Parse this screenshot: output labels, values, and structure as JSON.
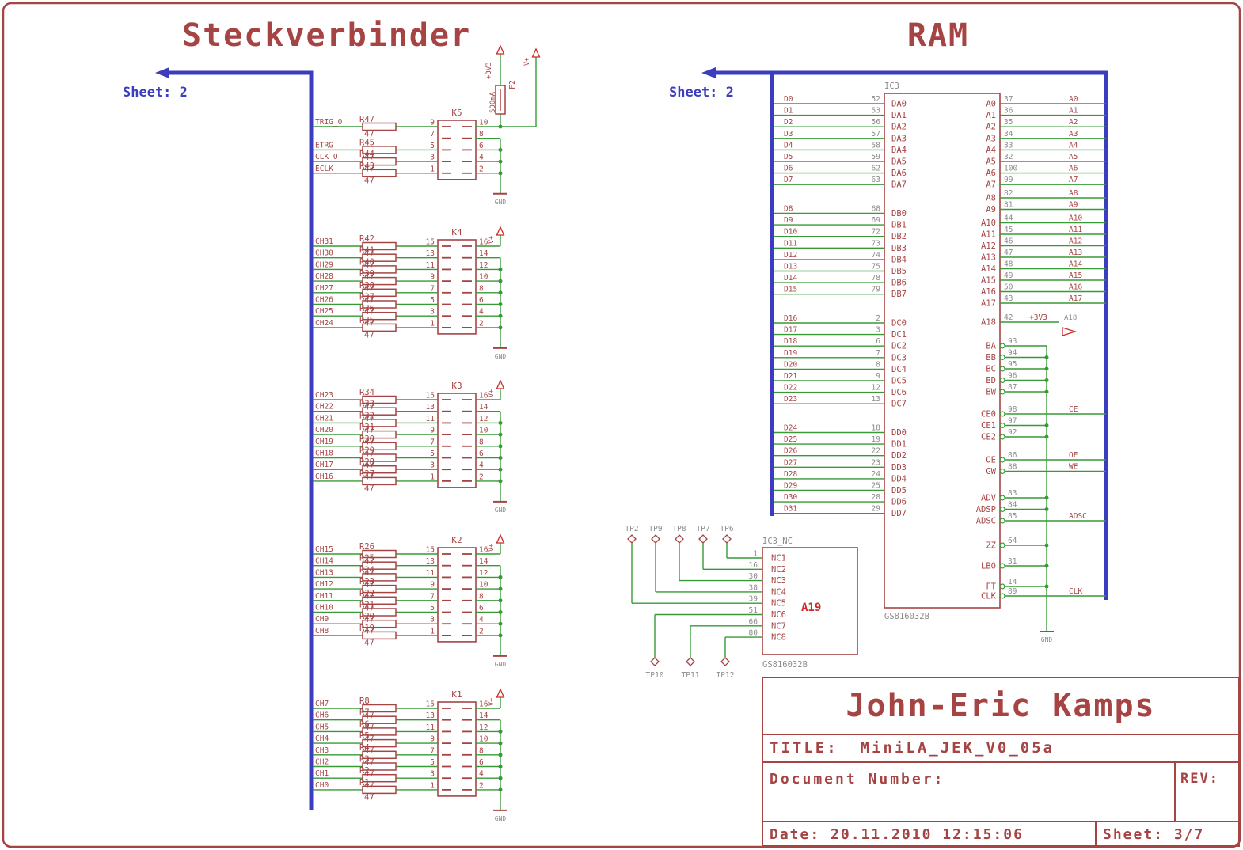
{
  "page": {
    "left_title": "Steckverbinder",
    "right_title": "RAM",
    "sheet_ref": "Sheet: 2"
  },
  "colors": {
    "maroon": "#a64444",
    "green": "#379a37",
    "blue": "#3c3cbe",
    "gray": "#8c8c8c",
    "red": "#cc2a2a"
  },
  "labels": {
    "gnd": "GND",
    "vplus": "V+"
  },
  "fuse": {
    "ref": "F2",
    "value": "500mA",
    "supply": "+3V3"
  },
  "connector_groups": [
    {
      "ref_label": "K5",
      "top": "fuse",
      "rows": [
        {
          "signal": "TRIG_0",
          "res": "R47",
          "val": "47",
          "lpin": "9",
          "rpin": "10"
        },
        {
          "signal": "",
          "res": "",
          "val": "",
          "lpin": "7",
          "rpin": "8"
        },
        {
          "signal": "ETRG",
          "res": "R45",
          "val": "47",
          "lpin": "5",
          "rpin": "6"
        },
        {
          "signal": "CLK_O",
          "res": "R44",
          "val": "47",
          "lpin": "3",
          "rpin": "4"
        },
        {
          "signal": "ECLK",
          "res": "R43",
          "val": "47",
          "lpin": "1",
          "rpin": "2"
        }
      ]
    },
    {
      "ref_label": "K4",
      "top": "vplus",
      "rows": [
        {
          "signal": "CH31",
          "res": "R42",
          "val": "47",
          "lpin": "15",
          "rpin": "16"
        },
        {
          "signal": "CH30",
          "res": "R41",
          "val": "47",
          "lpin": "13",
          "rpin": "14"
        },
        {
          "signal": "CH29",
          "res": "R40",
          "val": "47",
          "lpin": "11",
          "rpin": "12"
        },
        {
          "signal": "CH28",
          "res": "R39",
          "val": "47",
          "lpin": "9",
          "rpin": "10"
        },
        {
          "signal": "CH27",
          "res": "R38",
          "val": "47",
          "lpin": "7",
          "rpin": "8"
        },
        {
          "signal": "CH26",
          "res": "R37",
          "val": "47",
          "lpin": "5",
          "rpin": "6"
        },
        {
          "signal": "CH25",
          "res": "R36",
          "val": "47",
          "lpin": "3",
          "rpin": "4"
        },
        {
          "signal": "CH24",
          "res": "R35",
          "val": "47",
          "lpin": "1",
          "rpin": "2"
        }
      ]
    },
    {
      "ref_label": "K3",
      "top": "vplus",
      "rows": [
        {
          "signal": "CH23",
          "res": "R34",
          "val": "47",
          "lpin": "15",
          "rpin": "16"
        },
        {
          "signal": "CH22",
          "res": "R33",
          "val": "47",
          "lpin": "13",
          "rpin": "14"
        },
        {
          "signal": "CH21",
          "res": "R32",
          "val": "47",
          "lpin": "11",
          "rpin": "12"
        },
        {
          "signal": "CH20",
          "res": "R31",
          "val": "47",
          "lpin": "9",
          "rpin": "10"
        },
        {
          "signal": "CH19",
          "res": "R30",
          "val": "47",
          "lpin": "7",
          "rpin": "8"
        },
        {
          "signal": "CH18",
          "res": "R29",
          "val": "47",
          "lpin": "5",
          "rpin": "6"
        },
        {
          "signal": "CH17",
          "res": "R28",
          "val": "47",
          "lpin": "3",
          "rpin": "4"
        },
        {
          "signal": "CH16",
          "res": "R27",
          "val": "47",
          "lpin": "1",
          "rpin": "2"
        }
      ]
    },
    {
      "ref_label": "K2",
      "top": "vplus",
      "rows": [
        {
          "signal": "CH15",
          "res": "R26",
          "val": "47",
          "lpin": "15",
          "rpin": "16"
        },
        {
          "signal": "CH14",
          "res": "R25",
          "val": "47",
          "lpin": "13",
          "rpin": "14"
        },
        {
          "signal": "CH13",
          "res": "R24",
          "val": "47",
          "lpin": "11",
          "rpin": "12"
        },
        {
          "signal": "CH12",
          "res": "R23",
          "val": "47",
          "lpin": "9",
          "rpin": "10"
        },
        {
          "signal": "CH11",
          "res": "R22",
          "val": "47",
          "lpin": "7",
          "rpin": "8"
        },
        {
          "signal": "CH10",
          "res": "R21",
          "val": "47",
          "lpin": "5",
          "rpin": "6"
        },
        {
          "signal": "CH9",
          "res": "R20",
          "val": "47",
          "lpin": "3",
          "rpin": "4"
        },
        {
          "signal": "CH8",
          "res": "R19",
          "val": "47",
          "lpin": "1",
          "rpin": "2"
        }
      ]
    },
    {
      "ref_label": "K1",
      "top": "vplus",
      "rows": [
        {
          "signal": "CH7",
          "res": "R8",
          "val": "47",
          "lpin": "15",
          "rpin": "16"
        },
        {
          "signal": "CH6",
          "res": "R7",
          "val": "47",
          "lpin": "13",
          "rpin": "14"
        },
        {
          "signal": "CH5",
          "res": "R6",
          "val": "47",
          "lpin": "11",
          "rpin": "12"
        },
        {
          "signal": "CH4",
          "res": "R5",
          "val": "47",
          "lpin": "9",
          "rpin": "10"
        },
        {
          "signal": "CH3",
          "res": "R4",
          "val": "47",
          "lpin": "7",
          "rpin": "8"
        },
        {
          "signal": "CH2",
          "res": "R3",
          "val": "47",
          "lpin": "5",
          "rpin": "6"
        },
        {
          "signal": "CH1",
          "res": "R2",
          "val": "47",
          "lpin": "3",
          "rpin": "4"
        },
        {
          "signal": "CH0",
          "res": "R1",
          "val": "47",
          "lpin": "1",
          "rpin": "2"
        }
      ]
    }
  ],
  "ram": {
    "ic": {
      "ref": "IC3",
      "value": "GS816032B"
    },
    "data_rows": [
      {
        "net": "D0",
        "pin": "52",
        "name": "DA0"
      },
      {
        "net": "D1",
        "pin": "53",
        "name": "DA1"
      },
      {
        "net": "D2",
        "pin": "56",
        "name": "DA2"
      },
      {
        "net": "D3",
        "pin": "57",
        "name": "DA3"
      },
      {
        "net": "D4",
        "pin": "58",
        "name": "DA4"
      },
      {
        "net": "D5",
        "pin": "59",
        "name": "DA5"
      },
      {
        "net": "D6",
        "pin": "62",
        "name": "DA6"
      },
      {
        "net": "D7",
        "pin": "63",
        "name": "DA7"
      },
      {
        "net": "D8",
        "pin": "68",
        "name": "DB0"
      },
      {
        "net": "D9",
        "pin": "69",
        "name": "DB1"
      },
      {
        "net": "D10",
        "pin": "72",
        "name": "DB2"
      },
      {
        "net": "D11",
        "pin": "73",
        "name": "DB3"
      },
      {
        "net": "D12",
        "pin": "74",
        "name": "DB4"
      },
      {
        "net": "D13",
        "pin": "75",
        "name": "DB5"
      },
      {
        "net": "D14",
        "pin": "78",
        "name": "DB6"
      },
      {
        "net": "D15",
        "pin": "79",
        "name": "DB7"
      },
      {
        "net": "D16",
        "pin": "2",
        "name": "DC0"
      },
      {
        "net": "D17",
        "pin": "3",
        "name": "DC1"
      },
      {
        "net": "D18",
        "pin": "6",
        "name": "DC2"
      },
      {
        "net": "D19",
        "pin": "7",
        "name": "DC3"
      },
      {
        "net": "D20",
        "pin": "8",
        "name": "DC4"
      },
      {
        "net": "D21",
        "pin": "9",
        "name": "DC5"
      },
      {
        "net": "D22",
        "pin": "12",
        "name": "DC6"
      },
      {
        "net": "D23",
        "pin": "13",
        "name": "DC7"
      },
      {
        "net": "D24",
        "pin": "18",
        "name": "DD0"
      },
      {
        "net": "D25",
        "pin": "19",
        "name": "DD1"
      },
      {
        "net": "D26",
        "pin": "22",
        "name": "DD2"
      },
      {
        "net": "D27",
        "pin": "23",
        "name": "DD3"
      },
      {
        "net": "D28",
        "pin": "24",
        "name": "DD4"
      },
      {
        "net": "D29",
        "pin": "25",
        "name": "DD5"
      },
      {
        "net": "D30",
        "pin": "28",
        "name": "DD6"
      },
      {
        "net": "D31",
        "pin": "29",
        "name": "DD7"
      }
    ],
    "addr_rows": [
      {
        "name": "A0",
        "pin": "37",
        "net": "A0"
      },
      {
        "name": "A1",
        "pin": "36",
        "net": "A1"
      },
      {
        "name": "A2",
        "pin": "35",
        "net": "A2"
      },
      {
        "name": "A3",
        "pin": "34",
        "net": "A3"
      },
      {
        "name": "A4",
        "pin": "33",
        "net": "A4"
      },
      {
        "name": "A5",
        "pin": "32",
        "net": "A5"
      },
      {
        "name": "A6",
        "pin": "100",
        "net": "A6"
      },
      {
        "name": "A7",
        "pin": "99",
        "net": "A7"
      },
      {
        "name": "A8",
        "pin": "82",
        "net": "A8"
      },
      {
        "name": "A9",
        "pin": "81",
        "net": "A9"
      },
      {
        "name": "A10",
        "pin": "44",
        "net": "A10"
      },
      {
        "name": "A11",
        "pin": "45",
        "net": "A11"
      },
      {
        "name": "A12",
        "pin": "46",
        "net": "A12"
      },
      {
        "name": "A13",
        "pin": "47",
        "net": "A13"
      },
      {
        "name": "A14",
        "pin": "48",
        "net": "A14"
      },
      {
        "name": "A15",
        "pin": "49",
        "net": "A15"
      },
      {
        "name": "A16",
        "pin": "50",
        "net": "A16"
      },
      {
        "name": "A17",
        "pin": "43",
        "net": "A17"
      },
      {
        "name": "A18",
        "pin": "42",
        "net": "+3V3",
        "extra": "A18",
        "supply": true
      }
    ],
    "ctrl_groups": [
      {
        "rows": [
          {
            "name": "BA",
            "pin": "93"
          },
          {
            "name": "BB",
            "pin": "94"
          },
          {
            "name": "BC",
            "pin": "95"
          },
          {
            "name": "BD",
            "pin": "96"
          },
          {
            "name": "BW",
            "pin": "87"
          }
        ]
      },
      {
        "rows": [
          {
            "name": "CE0",
            "pin": "98",
            "net": "CE"
          },
          {
            "name": "CE1",
            "pin": "97"
          },
          {
            "name": "CE2",
            "pin": "92"
          }
        ]
      },
      {
        "rows": [
          {
            "name": "OE",
            "pin": "86",
            "net": "OE"
          },
          {
            "name": "GW",
            "pin": "88",
            "net": "WE"
          }
        ]
      },
      {
        "rows": [
          {
            "name": "ADV",
            "pin": "83"
          },
          {
            "name": "ADSP",
            "pin": "84"
          },
          {
            "name": "ADSC",
            "pin": "85",
            "net": "ADSC"
          }
        ]
      },
      {
        "rows": [
          {
            "name": "ZZ",
            "pin": "64"
          },
          {
            "name": "LBO",
            "pin": "31"
          },
          {
            "name": "FT",
            "pin": "14"
          }
        ]
      },
      {
        "rows": [
          {
            "name": "CLK",
            "pin": "89",
            "net": "CLK"
          }
        ]
      }
    ]
  },
  "nc": {
    "ref": "IC3_NC",
    "value": "GS816032B",
    "net_label": "A19",
    "rows": [
      {
        "pin": "1",
        "name": "NC1"
      },
      {
        "pin": "16",
        "name": "NC2"
      },
      {
        "pin": "30",
        "name": "NC3"
      },
      {
        "pin": "38",
        "name": "NC4"
      },
      {
        "pin": "39",
        "name": "NC5"
      },
      {
        "pin": "51",
        "name": "NC6"
      },
      {
        "pin": "66",
        "name": "NC7"
      },
      {
        "pin": "80",
        "name": "NC8"
      }
    ],
    "tp_top": [
      "TP2",
      "TP9",
      "TP8",
      "TP7",
      "TP6"
    ],
    "tp_bottom": [
      "TP10",
      "TP11",
      "TP12"
    ]
  },
  "title_block": {
    "author": "John-Eric Kamps",
    "title_label": "TITLE:",
    "title": "MiniLA_JEK_V0_05a",
    "doc_label": "Document Number:",
    "rev_label": "REV:",
    "date_label": "Date:",
    "date": "20.11.2010 12:15:06",
    "sheet_label": "Sheet:",
    "sheet": "3/7"
  }
}
